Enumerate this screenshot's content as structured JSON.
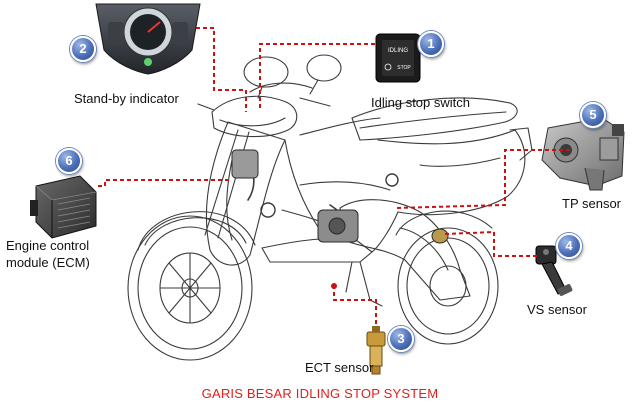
{
  "diagram": {
    "title": "GARIS BESAR IDLING STOP SYSTEM",
    "components": [
      {
        "number": "1",
        "label": "Idling stop switch",
        "switch_text_top": "IDLING",
        "switch_text_bottom": "STOP"
      },
      {
        "number": "2",
        "label": "Stand-by indicator"
      },
      {
        "number": "3",
        "label": "ECT sensor"
      },
      {
        "number": "4",
        "label": "VS sensor"
      },
      {
        "number": "5",
        "label": "TP sensor"
      },
      {
        "number": "6",
        "label_line1": "Engine control",
        "label_line2": "module (ECM)"
      }
    ],
    "colors": {
      "leader_line": "#cc1111",
      "badge": "#4c6fb9",
      "title": "#e0201c"
    }
  }
}
